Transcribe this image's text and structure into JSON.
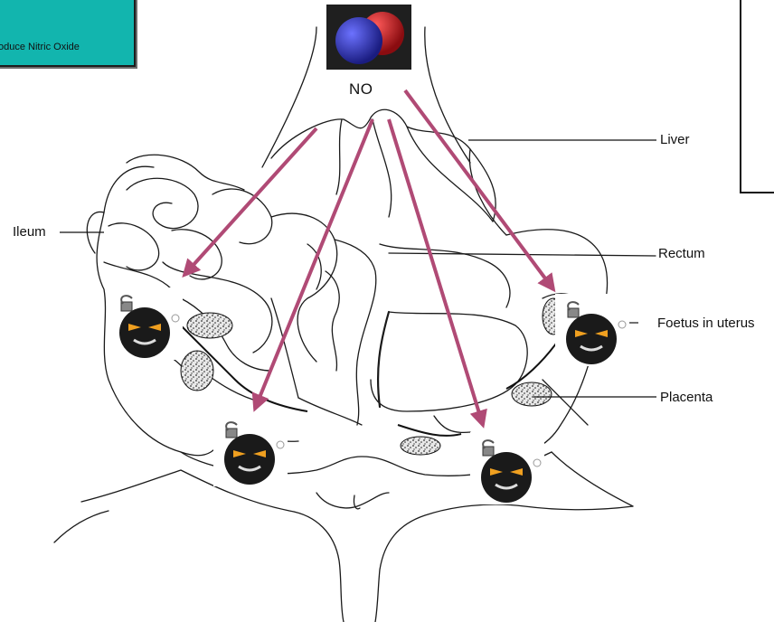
{
  "top_left_box": {
    "text": "oduce  Nitric Oxide",
    "color": "#12b5ae"
  },
  "molecule": {
    "label": "NO",
    "icon": "nitric-oxide-molecule-icon",
    "colors": [
      "#2b2fa8",
      "#c8181c"
    ]
  },
  "labels": {
    "liver": "Liver",
    "ileum": "Ileum",
    "rectum": "Rectum",
    "foetus": "Foetus in uterus",
    "placenta": "Placenta"
  },
  "arrow_color": "#b04a75",
  "bombs": [
    {
      "icon": "bomb-face-icon"
    },
    {
      "icon": "bomb-face-icon"
    },
    {
      "icon": "bomb-face-icon"
    },
    {
      "icon": "bomb-face-icon"
    }
  ]
}
